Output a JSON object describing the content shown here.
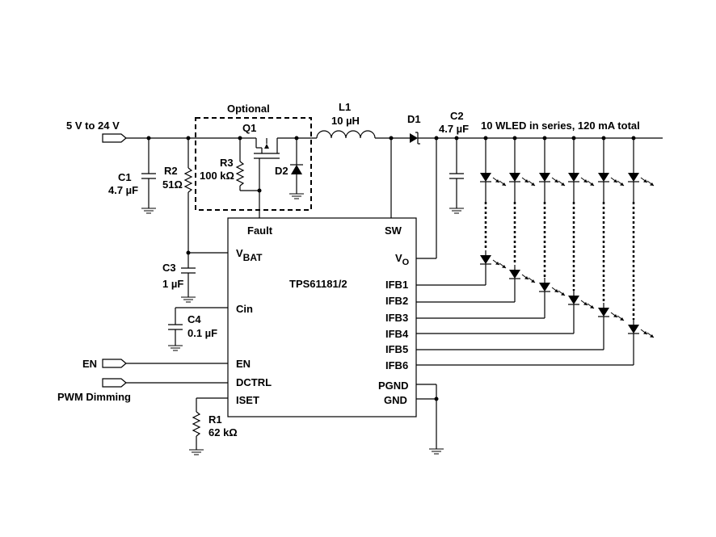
{
  "input": {
    "voltage_label": "5  V to 24  V"
  },
  "optional_box": {
    "label": "Optional"
  },
  "components": {
    "c1": {
      "name": "C1",
      "value": "4.7 µF"
    },
    "r2": {
      "name": "R2",
      "value": "51Ω"
    },
    "q1": {
      "name": "Q1"
    },
    "r3": {
      "name": "R3",
      "value": "100 kΩ"
    },
    "d2": {
      "name": "D2"
    },
    "l1": {
      "name": "L1",
      "value": "10 µH"
    },
    "d1": {
      "name": "D1"
    },
    "c2": {
      "name": "C2",
      "value": "4.7 µF"
    },
    "c3": {
      "name": "C3",
      "value": "1 µF"
    },
    "c4": {
      "name": "C4",
      "value": "0.1 µF"
    },
    "r1": {
      "name": "R1",
      "value": "62 kΩ"
    }
  },
  "led_string": {
    "label": "10 WLED in series, 120 mA total"
  },
  "ic": {
    "part": "TPS61181/2",
    "pins": {
      "fault": "Fault",
      "sw": "SW",
      "vbat_main": "V",
      "vbat_sub": "BAT",
      "vo_main": "V",
      "vo_sub": "O",
      "cin": "Cin",
      "en": "EN",
      "dctrl": "DCTRL",
      "iset": "ISET",
      "ifb1": "IFB1",
      "ifb2": "IFB2",
      "ifb3": "IFB3",
      "ifb4": "IFB4",
      "ifb5": "IFB5",
      "ifb6": "IFB6",
      "pgnd": "PGND",
      "gnd": "GND"
    }
  },
  "signals": {
    "en": "EN",
    "pwm": "PWM Dimming"
  }
}
